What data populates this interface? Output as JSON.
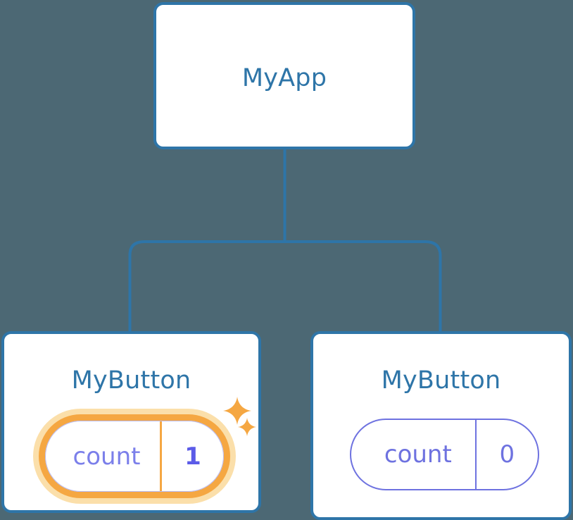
{
  "theme": {
    "background": "#4c6874",
    "card_border": "#2e75a8",
    "card_fill": "#ffffff",
    "title_color": "#2e75a8",
    "connector_color": "#2e75a8",
    "badge_periwinkle": "#6e72e0",
    "badge_highlight_ring": "#f5a742",
    "badge_highlight_halo": "#fbdfaa",
    "badge_value_active": "#5b5be8",
    "sparkle_color": "#f5a742"
  },
  "tree": {
    "root": {
      "title": "MyApp"
    },
    "children": [
      {
        "title": "MyButton",
        "badge": {
          "label": "count",
          "value": "1",
          "highlighted": true
        },
        "sparkles": [
          {
            "name": "sparkle-large"
          },
          {
            "name": "sparkle-small"
          }
        ]
      },
      {
        "title": "MyButton",
        "badge": {
          "label": "count",
          "value": "0",
          "highlighted": false
        }
      }
    ]
  }
}
